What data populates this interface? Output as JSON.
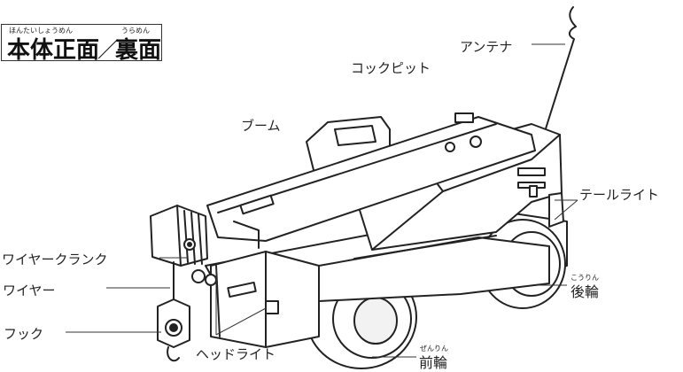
{
  "title": {
    "main": "本体正面",
    "main_ruby": "ほんたいしょうめん",
    "separator": "／",
    "sub": "裏面",
    "sub_ruby": "うらめん"
  },
  "labels": {
    "antenna": "アンテナ",
    "cockpit": "コックピット",
    "boom": "ブーム",
    "tail_light": "テールライト",
    "wire_crank": "ワイヤークランク",
    "wire": "ワイヤー",
    "hook": "フック",
    "headlight": "ヘッドライト",
    "rear_wheel": "後輪",
    "rear_wheel_ruby": "こうりん",
    "front_wheel": "前輪",
    "front_wheel_ruby": "ぜんりん"
  },
  "colors": {
    "line": "#222222",
    "fill": "#ffffff",
    "shade": "#d9d9d9"
  }
}
